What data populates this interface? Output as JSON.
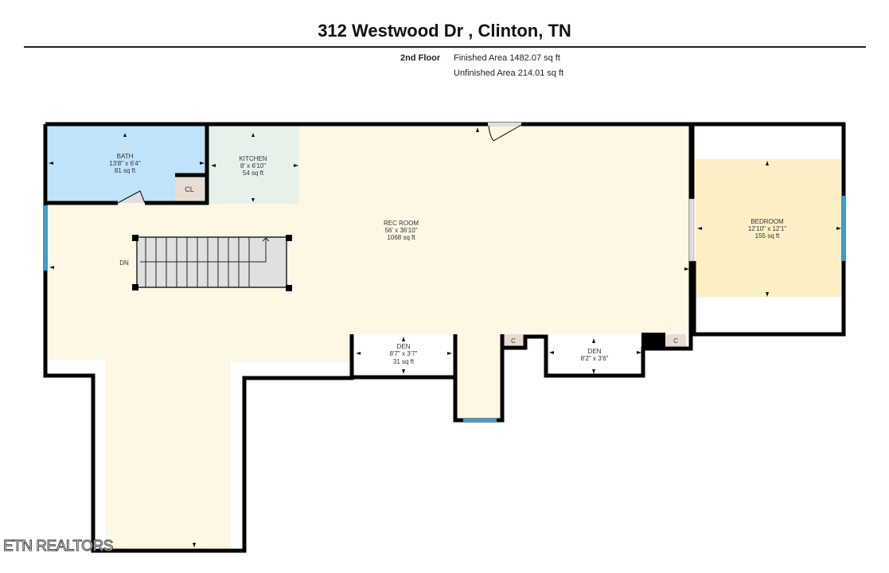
{
  "header": {
    "title": "312 Westwood Dr , Clinton, TN",
    "floor": "2nd Floor",
    "finished_area": "Finished Area 1482.07 sq ft",
    "unfinished_area": "Unfinished Area 214.01 sq ft"
  },
  "rooms": {
    "bath": {
      "name": "BATH",
      "dims": "13'8\" x 6'4\"",
      "area": "81 sq ft"
    },
    "kitchen": {
      "name": "KITCHEN",
      "dims": "8' x 6'10\"",
      "area": "54 sq ft"
    },
    "rec_room": {
      "name": "REC ROOM",
      "dims": "56' x 36'10\"",
      "area": "1068 sq ft"
    },
    "bedroom": {
      "name": "BEDROOM",
      "dims": "12'10\" x 12'1\"",
      "area": "155 sq ft"
    },
    "den1": {
      "name": "DEN",
      "dims": "8'7\" x 3'7\"",
      "area": "31 sq ft"
    },
    "den2": {
      "name": "DEN",
      "dims": "8'2\" x 3'6\""
    },
    "closet_bath": {
      "name": "CL"
    },
    "closet1": {
      "name": "C"
    },
    "closet2": {
      "name": "C"
    }
  },
  "stairs": {
    "label": "DN"
  },
  "colors": {
    "wall": "#000000",
    "rec_room_fill": "#fdf7e3",
    "bath_fill": "#bfe3fb",
    "kitchen_fill": "#e6f1ea",
    "bedroom_fill": "#fcefc6",
    "closet_fill": "#e8ddd0",
    "window": "#3a9fd1",
    "stairs_fill": "#e0e0e0"
  },
  "watermark": "ETN REALTORS"
}
